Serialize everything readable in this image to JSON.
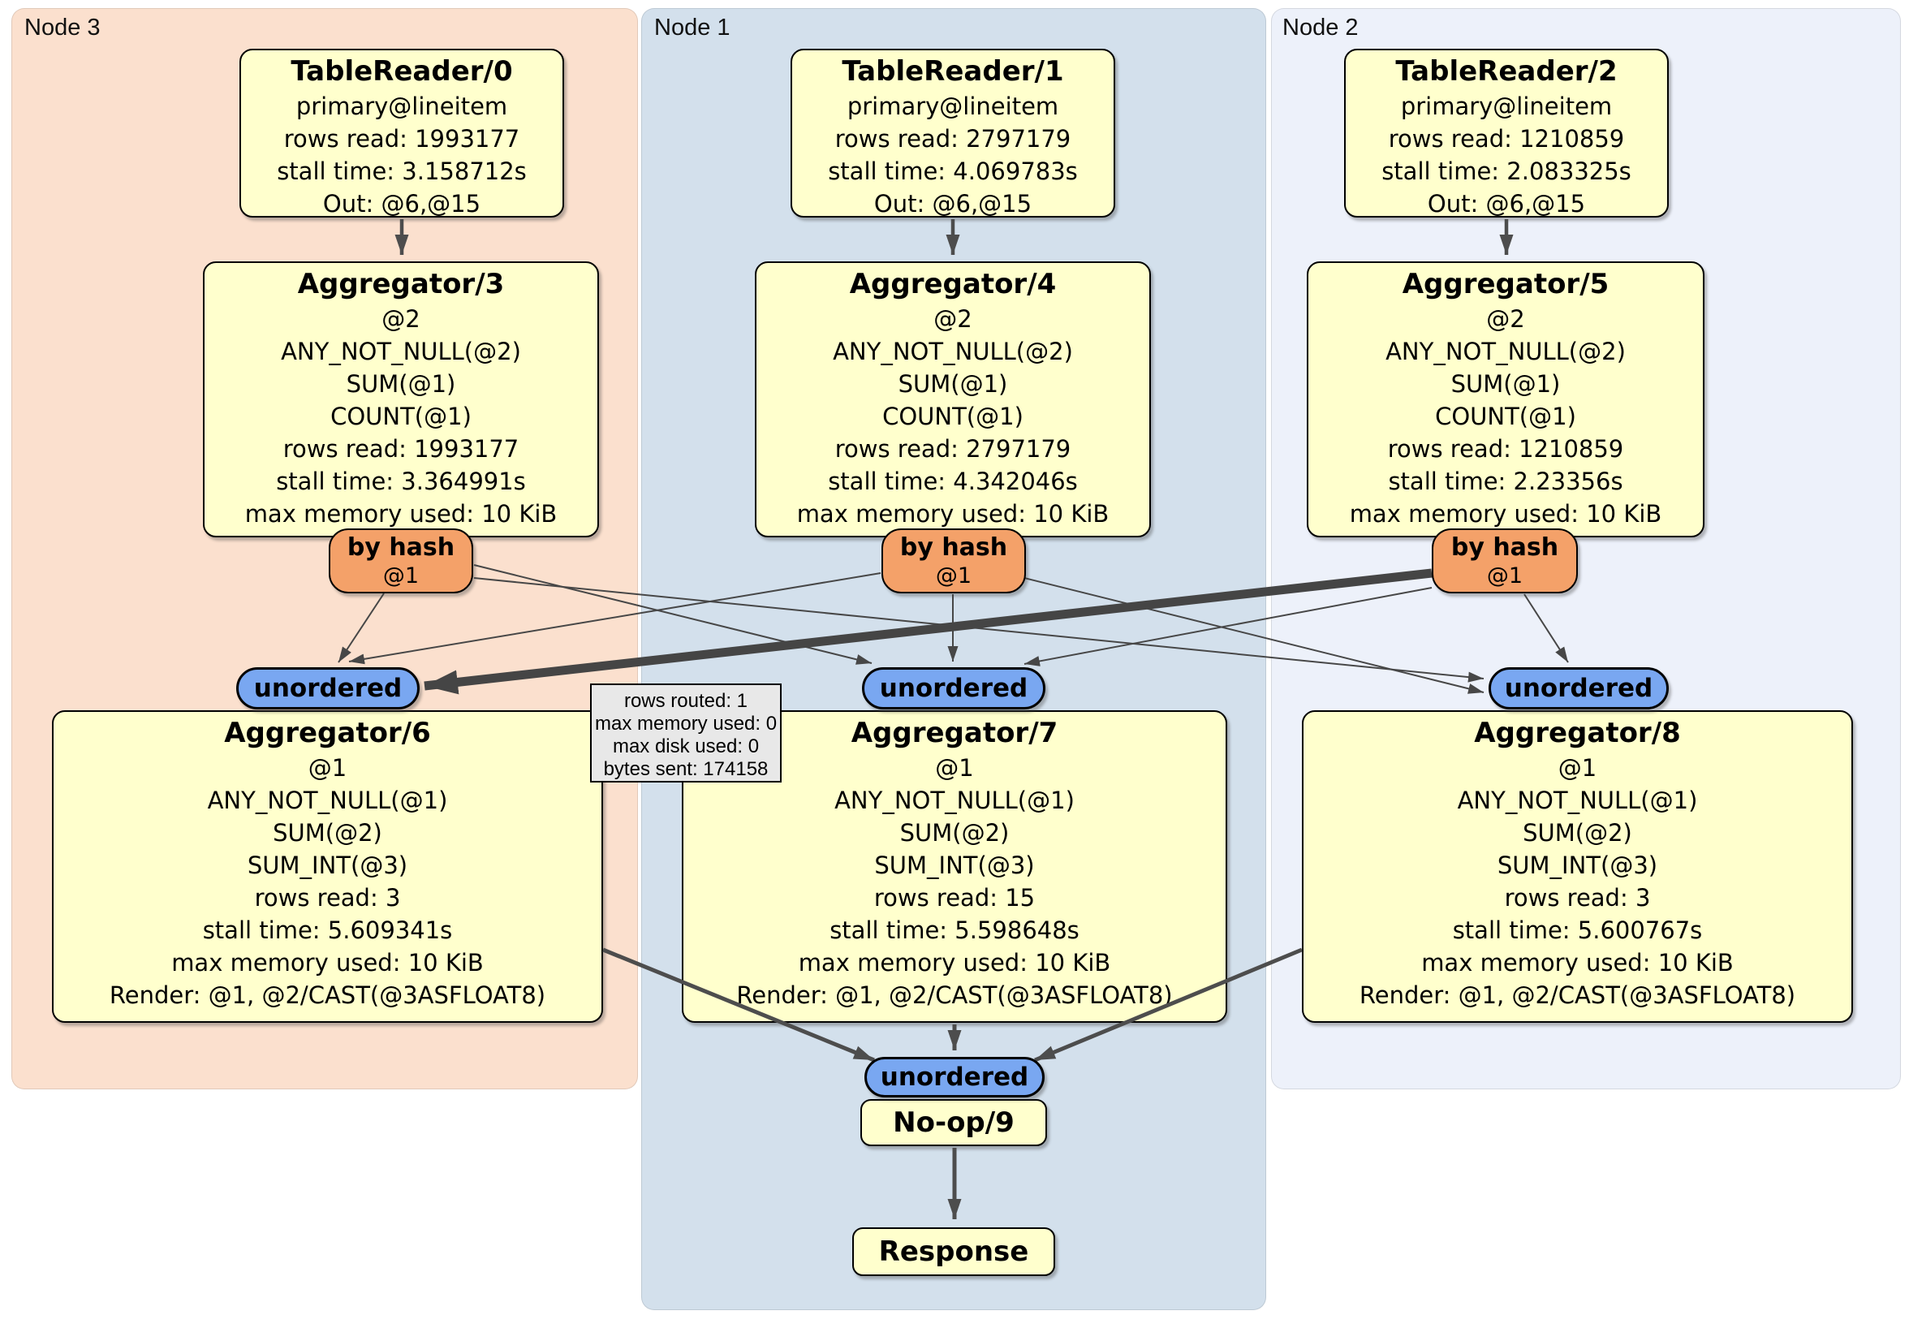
{
  "colors": {
    "node3_background": "#fbe0ce",
    "node1_background": "#d3e0ec",
    "node2_background": "#edf1fa",
    "processor_fill": "#ffffcd",
    "router_fill": "#f4a169",
    "sync_fill": "#79a7f1",
    "tooltip_fill": "#e8e8e8",
    "edge_color": "#474747"
  },
  "nodes": [
    {
      "label": "Node 3",
      "table_reader": {
        "title": "TableReader/0",
        "lines": [
          "primary@lineitem",
          "rows read: 1993177",
          "stall time: 3.158712s",
          "Out: @6,@15"
        ]
      },
      "pre_aggregator": {
        "title": "Aggregator/3",
        "lines": [
          "@2",
          "ANY_NOT_NULL(@2)",
          "SUM(@1)",
          "COUNT(@1)",
          "rows read: 1993177",
          "stall time: 3.364991s",
          "max memory used: 10 KiB"
        ]
      },
      "router": {
        "label": "by hash",
        "columns": "@1"
      },
      "sync": {
        "label": "unordered"
      },
      "final_aggregator": {
        "title": "Aggregator/6",
        "lines": [
          "@1",
          "ANY_NOT_NULL(@1)",
          "SUM(@2)",
          "SUM_INT(@3)",
          "rows read: 3",
          "stall time: 5.609341s",
          "max memory used: 10 KiB",
          "Render: @1, @2/CAST(@3ASFLOAT8)"
        ]
      }
    },
    {
      "label": "Node 1",
      "table_reader": {
        "title": "TableReader/1",
        "lines": [
          "primary@lineitem",
          "rows read: 2797179",
          "stall time: 4.069783s",
          "Out: @6,@15"
        ]
      },
      "pre_aggregator": {
        "title": "Aggregator/4",
        "lines": [
          "@2",
          "ANY_NOT_NULL(@2)",
          "SUM(@1)",
          "COUNT(@1)",
          "rows read: 2797179",
          "stall time: 4.342046s",
          "max memory used: 10 KiB"
        ]
      },
      "router": {
        "label": "by hash",
        "columns": "@1"
      },
      "sync": {
        "label": "unordered"
      },
      "final_aggregator": {
        "title": "Aggregator/7",
        "lines": [
          "@1",
          "ANY_NOT_NULL(@1)",
          "SUM(@2)",
          "SUM_INT(@3)",
          "rows read: 15",
          "stall time: 5.598648s",
          "max memory used: 10 KiB",
          "Render: @1, @2/CAST(@3ASFLOAT8)"
        ]
      }
    },
    {
      "label": "Node 2",
      "table_reader": {
        "title": "TableReader/2",
        "lines": [
          "primary@lineitem",
          "rows read: 1210859",
          "stall time: 2.083325s",
          "Out: @6,@15"
        ]
      },
      "pre_aggregator": {
        "title": "Aggregator/5",
        "lines": [
          "@2",
          "ANY_NOT_NULL(@2)",
          "SUM(@1)",
          "COUNT(@1)",
          "rows read: 1210859",
          "stall time: 2.23356s",
          "max memory used: 10 KiB"
        ]
      },
      "router": {
        "label": "by hash",
        "columns": "@1"
      },
      "sync": {
        "label": "unordered"
      },
      "final_aggregator": {
        "title": "Aggregator/8",
        "lines": [
          "@1",
          "ANY_NOT_NULL(@1)",
          "SUM(@2)",
          "SUM_INT(@3)",
          "rows read: 3",
          "stall time: 5.600767s",
          "max memory used: 10 KiB",
          "Render: @1, @2/CAST(@3ASFLOAT8)"
        ]
      }
    }
  ],
  "output_stage": {
    "sync_label": "unordered",
    "noop_title": "No-op/9",
    "response_title": "Response"
  },
  "edge_tooltip": {
    "lines": [
      "rows routed: 1",
      "max memory used: 0",
      "max disk used: 0",
      "bytes sent: 174158"
    ]
  }
}
